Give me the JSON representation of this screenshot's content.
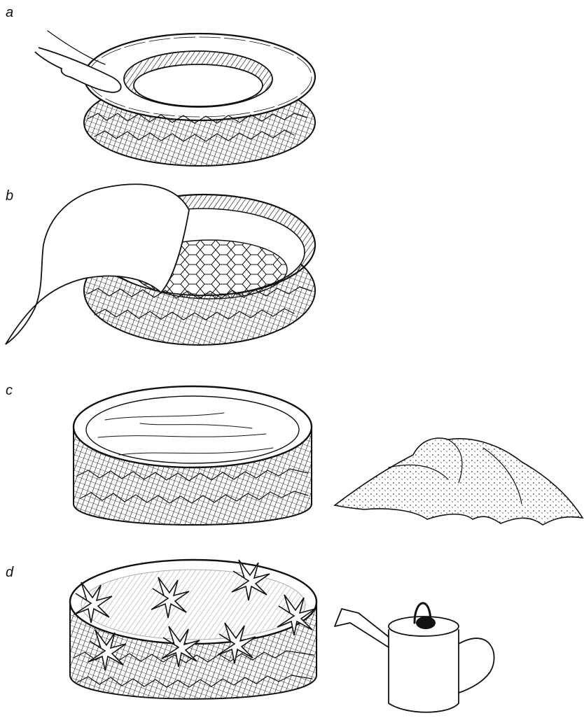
{
  "figure": {
    "panels": [
      {
        "label": "a",
        "depicts": "tyre-flattened-by-hand"
      },
      {
        "label": "b",
        "depicts": "tyre-inner-wall-cut-and-lined"
      },
      {
        "label": "c",
        "depicts": "tyre-filled-with-soil-beside-soil-heap"
      },
      {
        "label": "d",
        "depicts": "tyre-planter-with-plants-and-watering-can"
      }
    ]
  },
  "colors": {
    "ink": "#111111",
    "background": "#ffffff"
  }
}
